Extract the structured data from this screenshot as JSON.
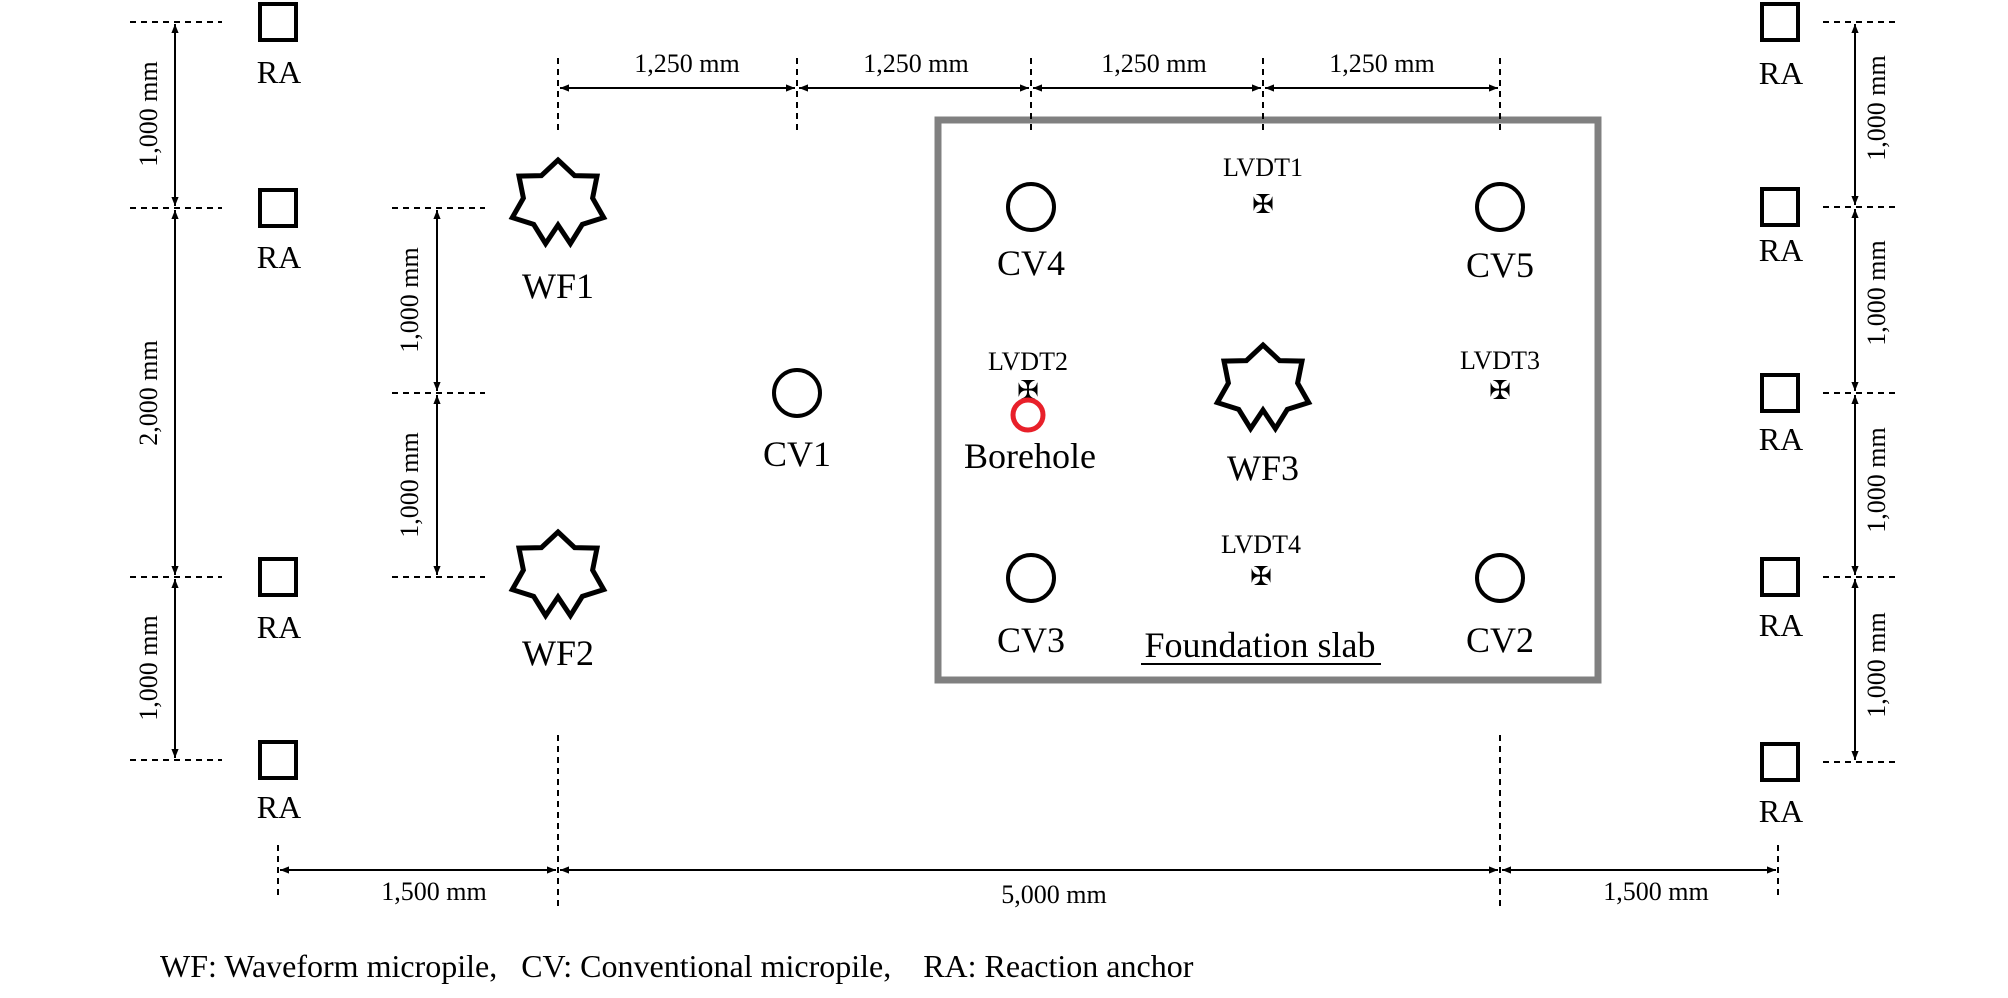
{
  "dimensions": {
    "top_span": "1,250 mm",
    "left_top": "1,000 mm",
    "left_mid": "2,000 mm",
    "left_bottom": "1,000 mm",
    "inner_v": "1,000 mm",
    "right_v": "1,000 mm",
    "bottom_side": "1,500 mm",
    "bottom_mid": "5,000 mm"
  },
  "anchors": {
    "label": "RA"
  },
  "waveform_piles": [
    "WF1",
    "WF2",
    "WF3"
  ],
  "conventional_piles": [
    "CV1",
    "CV2",
    "CV3",
    "CV4",
    "CV5"
  ],
  "lvdts": [
    "LVDT1",
    "LVDT2",
    "LVDT3",
    "LVDT4"
  ],
  "borehole": {
    "label": "Borehole",
    "color": "#e8202a"
  },
  "slab": {
    "label": "Foundation slab",
    "border_color": "#808080"
  },
  "legend": {
    "wf": "WF: Waveform micropile,",
    "cv": "CV: Conventional micropile,",
    "ra": "RA: Reaction anchor"
  }
}
